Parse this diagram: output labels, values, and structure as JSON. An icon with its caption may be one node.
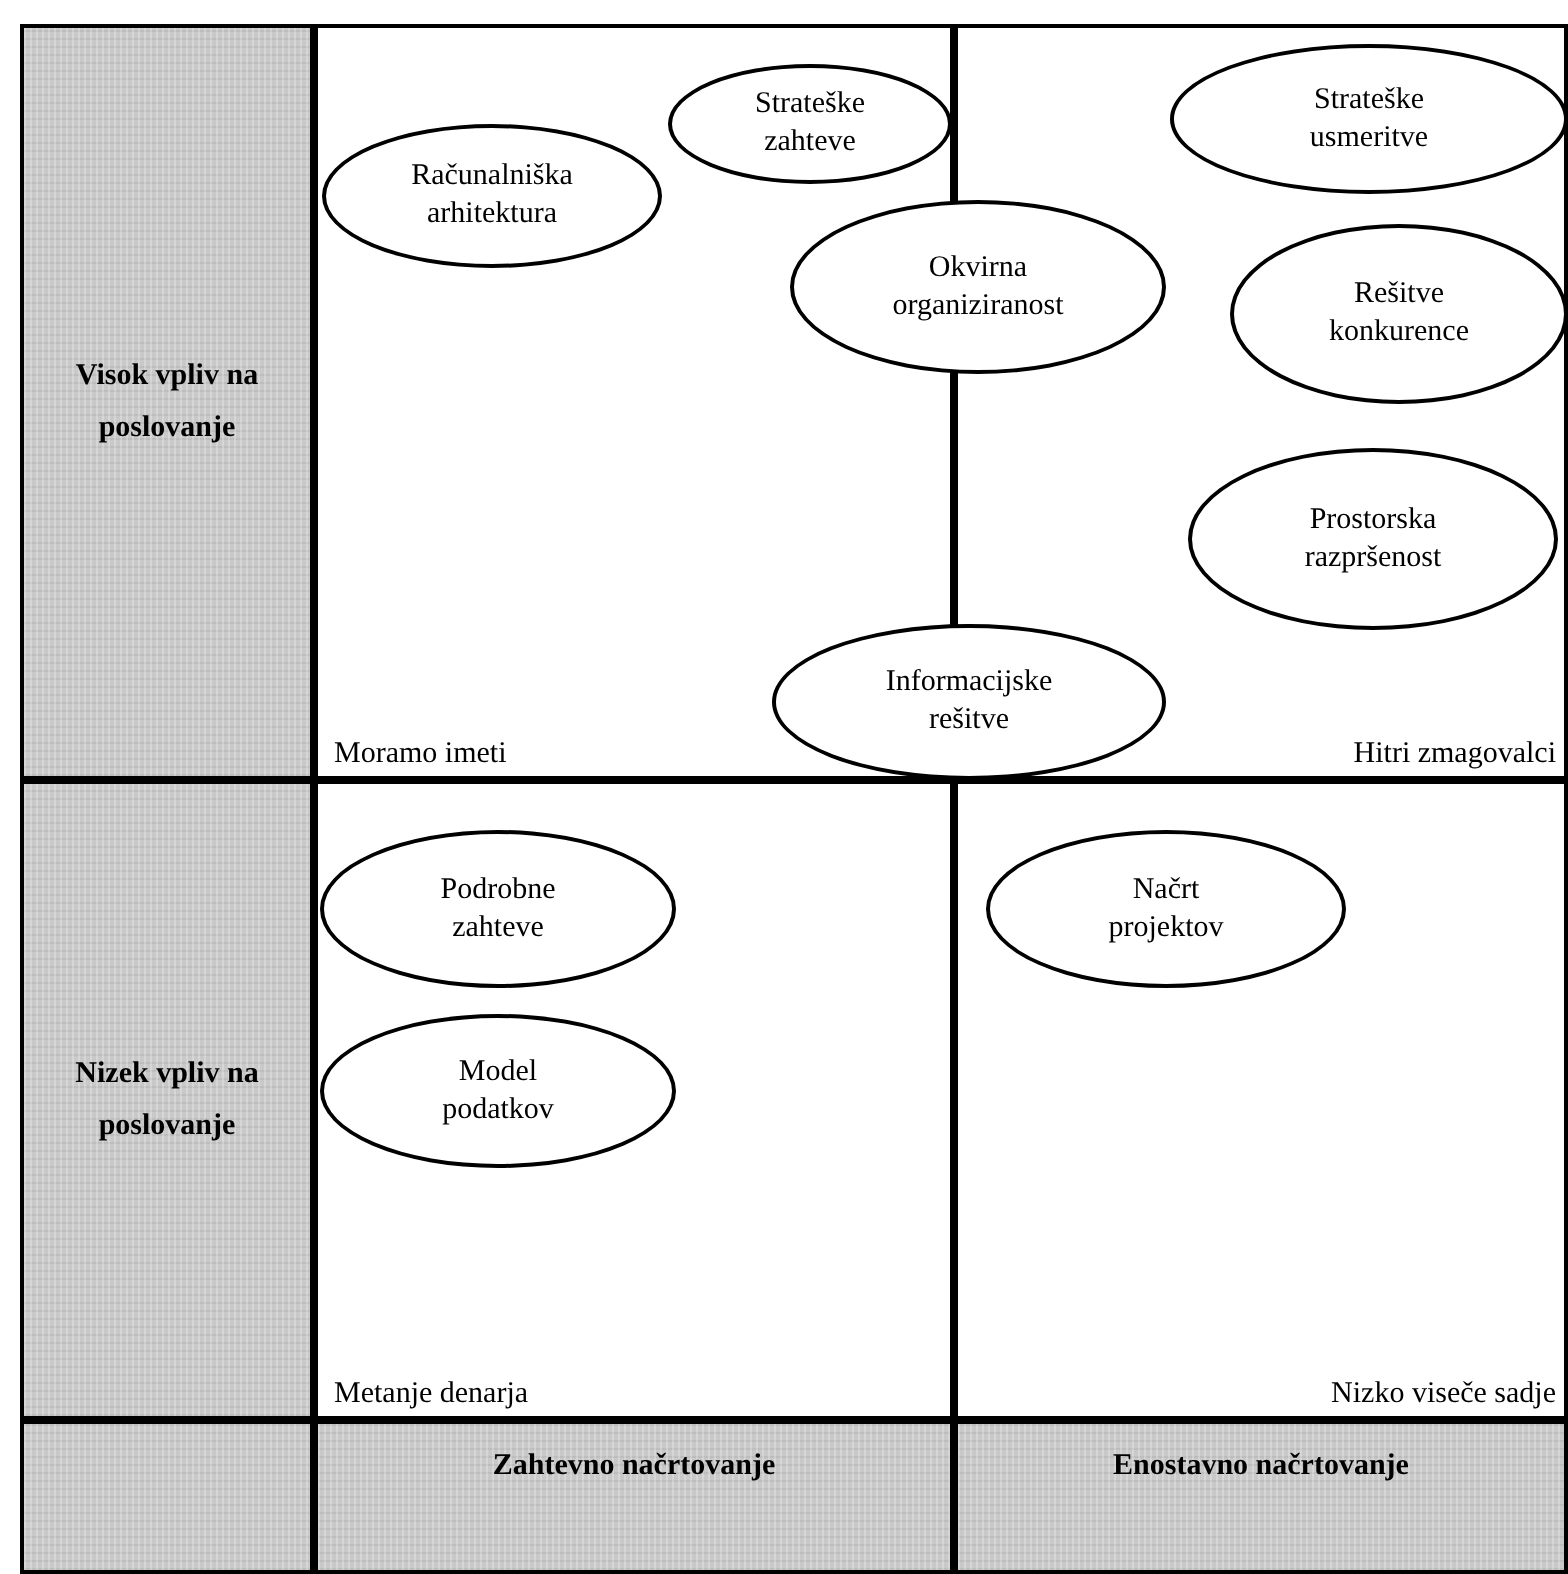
{
  "diagram": {
    "nodes": [
      {
        "text": [
          "Visok vpliv na poslovanje"
        ]
      },
      {
        "text": [
          "Moramo imeti"
        ]
      },
      {
        "text": [
          "Računalniška arhitektura"
        ],
        "in": 1
      },
      {
        "text": [
          "Strateške zahteve"
        ],
        "in": 1
      },
      {
        "text": [
          "Okvirna organiziranost"
        ]
      },
      {
        "text": [
          "Informacijske rešitve"
        ]
      },
      {
        "text": [
          "Hitri zmagovalci"
        ]
      },
      {
        "text": [
          "Strateške usmeritve"
        ],
        "in": 6
      },
      {
        "text": [
          "Rešitve konkurence"
        ],
        "in": 6
      },
      {
        "text": [
          "Prostorska razpršenost"
        ],
        "in": 6
      },
      {
        "text": [
          "Nizek vpliv na poslovanje"
        ]
      },
      {
        "text": [
          "Metanje denarja"
        ]
      },
      {
        "text": [
          "Podrobne zahteve"
        ],
        "in": 11
      },
      {
        "text": [
          "Model podatkov"
        ],
        "in": 11
      },
      {
        "text": [
          "Nizko viseče sadje"
        ]
      },
      {
        "text": [
          "Načrt projektov"
        ],
        "in": 14
      },
      {
        "text": [
          "Zahtevno načrtovanje"
        ]
      },
      {
        "text": [
          "Enostavno načrtovanje"
        ]
      }
    ]
  }
}
